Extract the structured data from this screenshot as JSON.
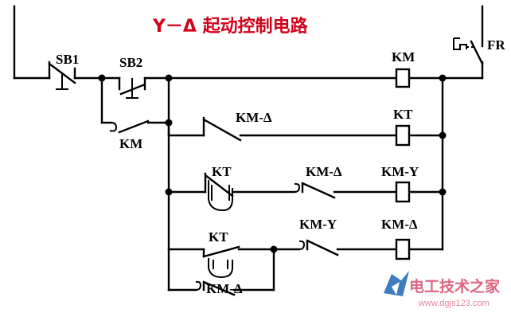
{
  "diagram": {
    "title": "Y－Δ 起动控制电路",
    "labels": {
      "sb1": "SB1",
      "sb2": "SB2",
      "km_aux": "KM",
      "fr": "FR",
      "km_delta_row2": "KM-Δ",
      "kt_row3": "KT",
      "km_delta_row3": "KM-Δ",
      "kt_row4": "KT",
      "km_y_row4": "KM-Y",
      "km_delta_row5": "KM-Δ"
    },
    "coils": [
      "KM",
      "KT",
      "KM-Y",
      "KM-Δ"
    ]
  },
  "watermark": {
    "site_name": "电工技术之家",
    "url": "www.dgjs123.com",
    "colors": {
      "logo_blue": "#2a6fb5",
      "text": "#d94a6a"
    }
  },
  "colors": {
    "title": "#d0021b",
    "lines": "#000000",
    "background": "#ffffff"
  }
}
